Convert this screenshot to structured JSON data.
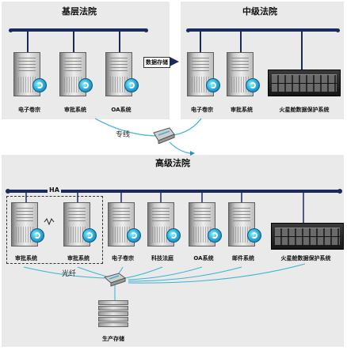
{
  "top_left": {
    "title": "基层法院",
    "servers": [
      "电子卷宗",
      "审批系统",
      "OA系统"
    ]
  },
  "top_right": {
    "title": "中级法院",
    "servers": [
      "电子卷宗",
      "审批系统"
    ],
    "rack_label": "火星舱数据保护系统"
  },
  "transfer_label": "数据存储",
  "dedicated_line": "专线",
  "bottom": {
    "title": "高级法院",
    "ha_label": "HA",
    "servers": [
      "审批系统",
      "审批系统",
      "电子卷宗",
      "科技法庭",
      "OA系统",
      "邮件系统"
    ],
    "rack_label": "火星舱数据保护系统",
    "fiber_label": "光纤",
    "storage_label": "生产存储"
  }
}
